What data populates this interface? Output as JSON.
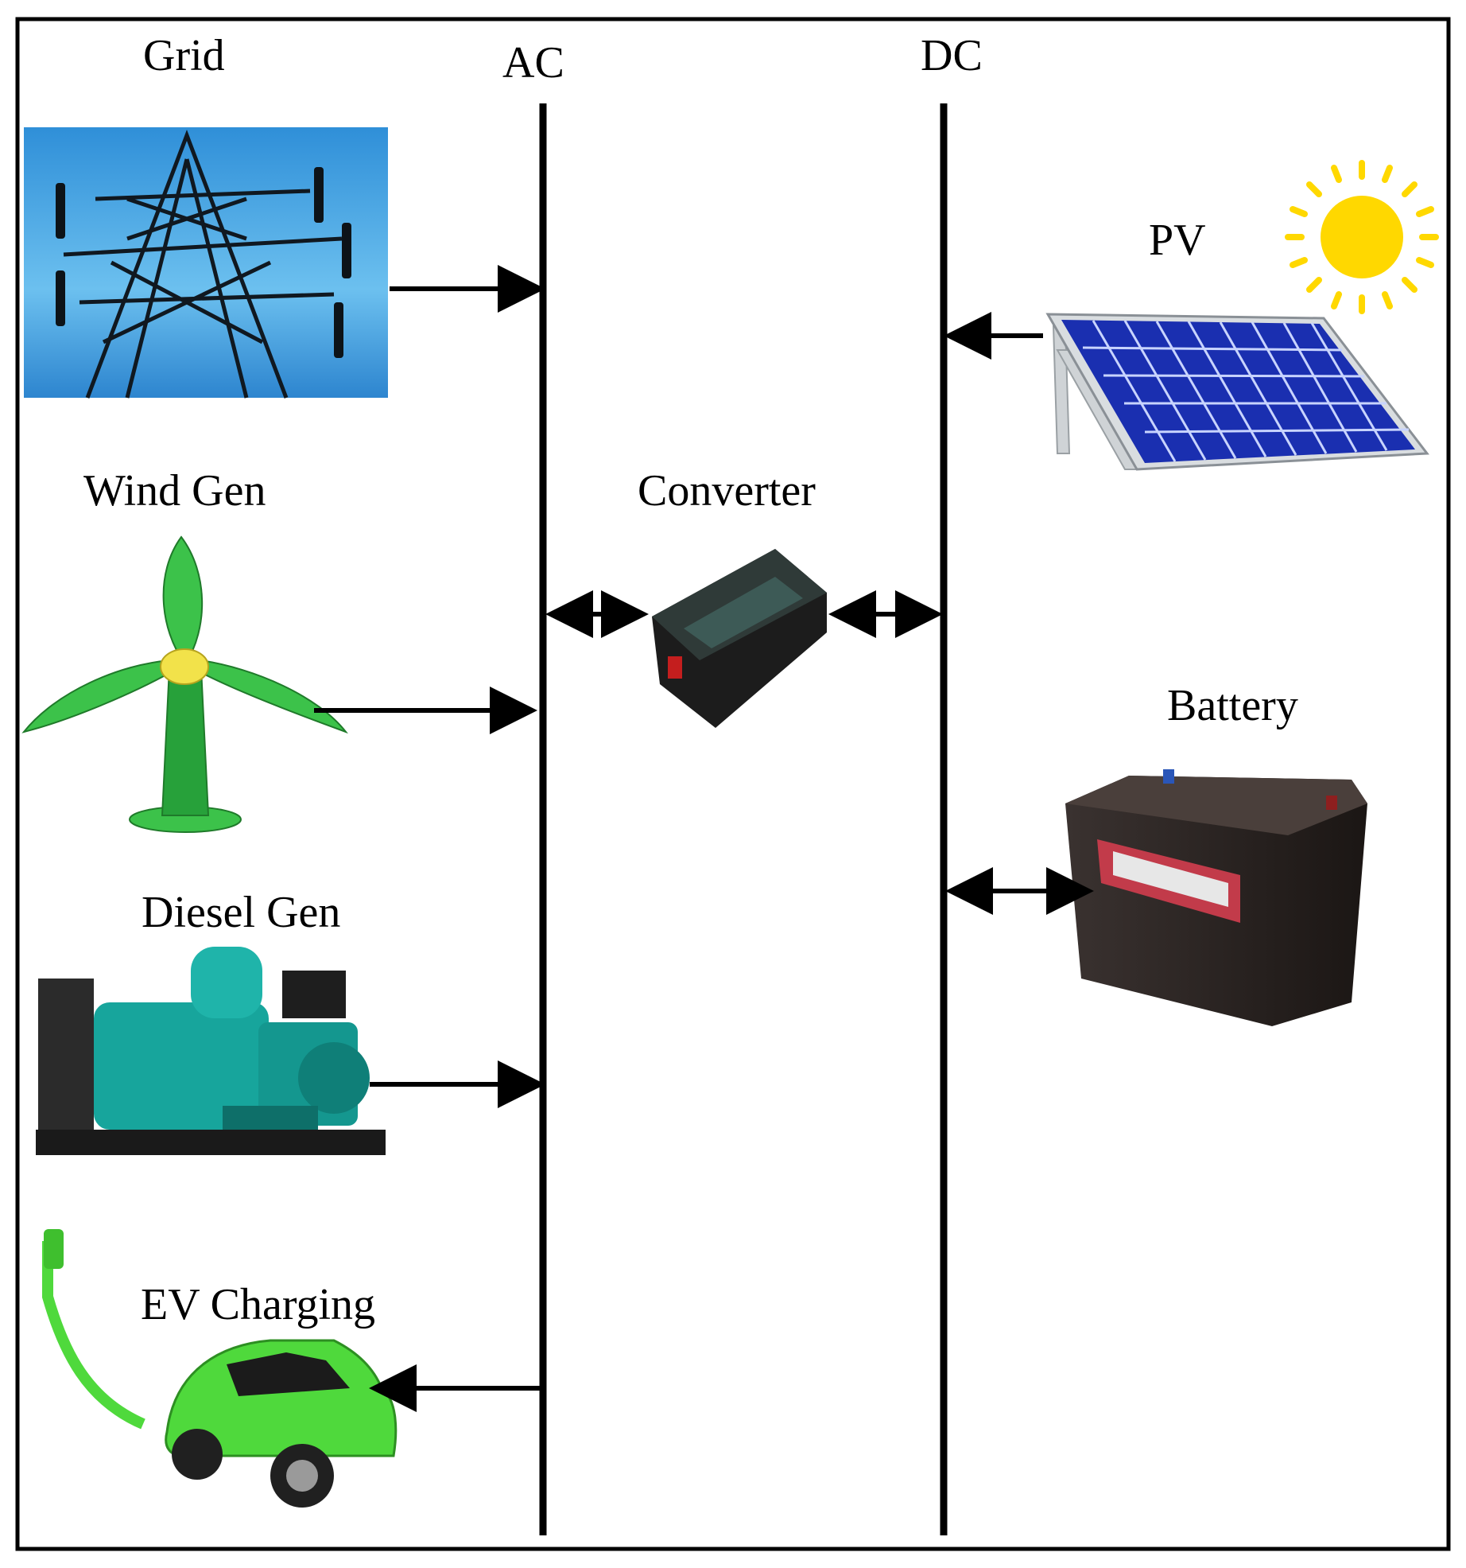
{
  "labels": {
    "grid": "Grid",
    "ac": "AC",
    "dc": "DC",
    "pv": "PV",
    "wind": "Wind Gen",
    "converter": "Converter",
    "battery": "Battery",
    "diesel": "Diesel Gen",
    "ev": "EV Charging"
  },
  "colors": {
    "bus": "#000000",
    "sky": "#3aa0dc",
    "turbine": "#3cc24a",
    "turbine_hub": "#f2e24a",
    "panel": "#1a2fb0",
    "sun": "#ffd800",
    "generator": "#17a59c",
    "battery": "#2a2220",
    "car": "#4fd93c"
  },
  "icons": [
    "transmission-tower-icon",
    "wind-turbine-icon",
    "diesel-generator-icon",
    "ev-car-icon",
    "solar-panel-icon",
    "sun-icon",
    "inverter-icon",
    "battery-icon"
  ]
}
